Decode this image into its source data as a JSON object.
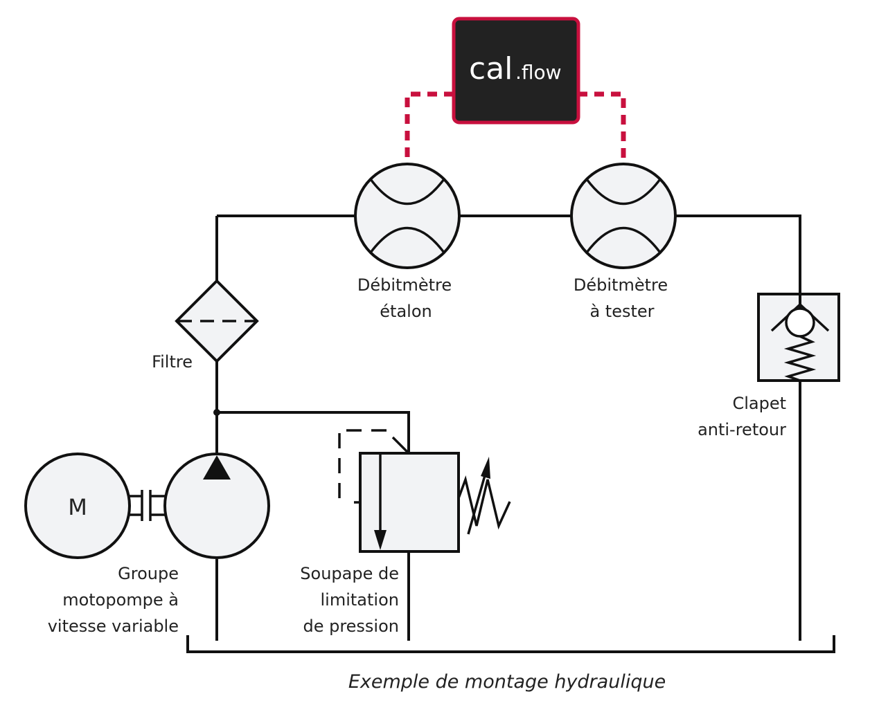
{
  "logo": {
    "main": "cal",
    "sub": ".flow",
    "border_color": "#c8103e",
    "fill_color": "#222222"
  },
  "signal_color": "#c8103e",
  "components": {
    "flowmeter_reference": {
      "line1": "Débitmètre",
      "line2": "étalon"
    },
    "flowmeter_test": {
      "line1": "Débitmètre",
      "line2": "à tester"
    },
    "filter": {
      "label": "Filtre"
    },
    "check_valve": {
      "line1": "Clapet",
      "line2": "anti-retour"
    },
    "pump_group": {
      "line1": "Groupe",
      "line2": "motopompe à",
      "line3": "vitesse variable",
      "motor_symbol": "M"
    },
    "relief_valve": {
      "line1": "Soupape de",
      "line2": "limitation",
      "line3": "de pression"
    }
  },
  "caption": "Exemple de montage hydraulique"
}
